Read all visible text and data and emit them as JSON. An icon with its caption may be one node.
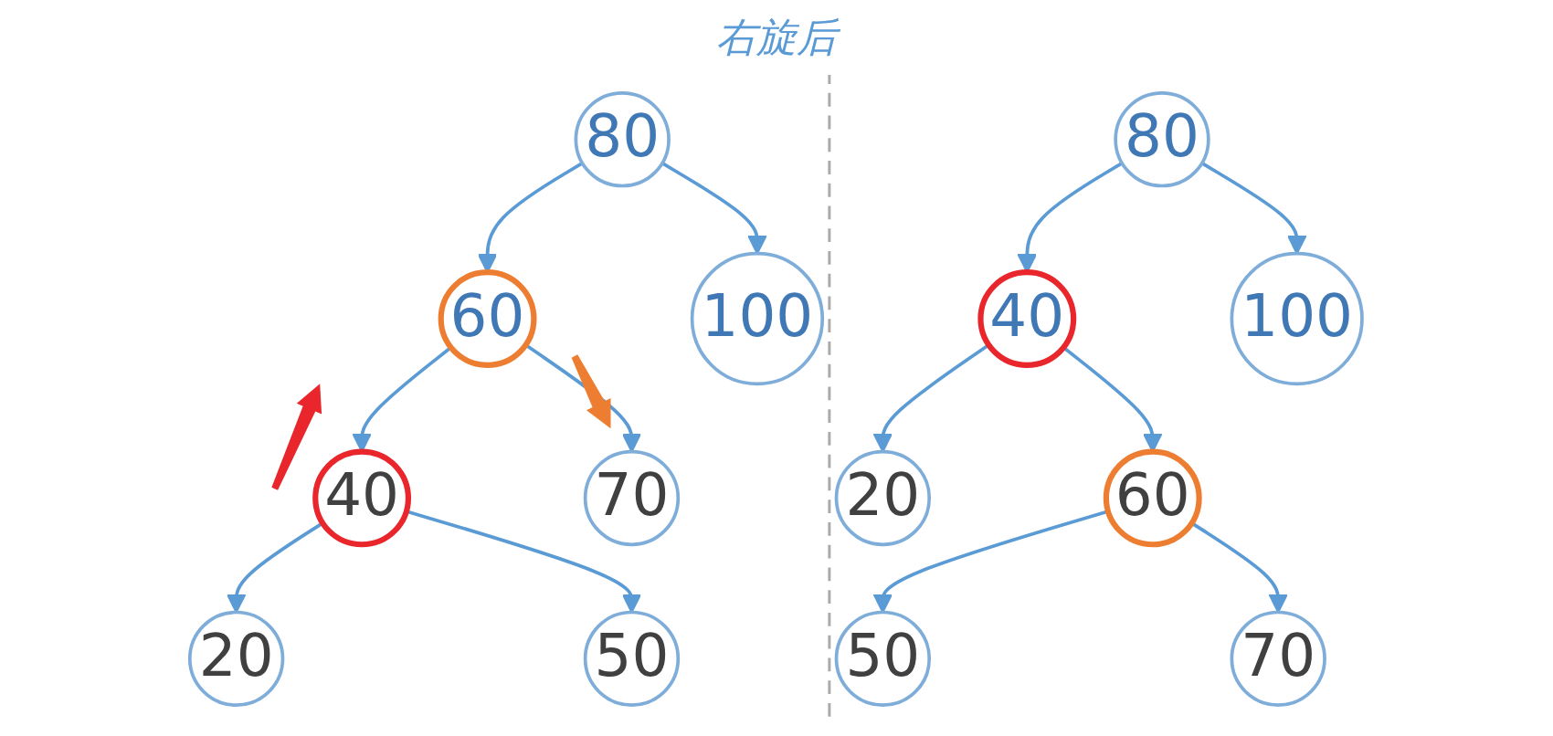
{
  "diagram": {
    "nodes": [
      {
        "text": [
          "80"
        ]
      },
      {
        "text": [
          "60"
        ]
      },
      {
        "text": [
          "100"
        ]
      },
      {
        "text": [
          "40"
        ]
      },
      {
        "text": [
          "70"
        ]
      },
      {
        "text": [
          "20"
        ]
      },
      {
        "text": [
          "50"
        ]
      },
      {
        "text": [
          "80"
        ]
      },
      {
        "text": [
          "40"
        ]
      },
      {
        "text": [
          "100"
        ]
      },
      {
        "text": [
          "20"
        ]
      },
      {
        "text": [
          "60"
        ]
      },
      {
        "text": [
          "50"
        ]
      },
      {
        "text": [
          "70"
        ]
      }
    ],
    "edges": [
      {
        "from": 0,
        "to": 1,
        "arrow": "to"
      },
      {
        "from": 0,
        "to": 2,
        "arrow": "to"
      },
      {
        "from": 1,
        "to": 3,
        "arrow": "to"
      },
      {
        "from": 1,
        "to": 4,
        "arrow": "to"
      },
      {
        "from": 3,
        "to": 5,
        "arrow": "to"
      },
      {
        "from": 3,
        "to": 6,
        "arrow": "to"
      },
      {
        "from": 7,
        "to": 8,
        "arrow": "to"
      },
      {
        "from": 7,
        "to": 9,
        "arrow": "to"
      },
      {
        "from": 8,
        "to": 10,
        "arrow": "to"
      },
      {
        "from": 8,
        "to": 11,
        "arrow": "to"
      },
      {
        "from": 11,
        "to": 12,
        "arrow": "to"
      },
      {
        "from": 11,
        "to": 13,
        "arrow": "to"
      }
    ],
    "labels": [
      "右旋后"
    ]
  }
}
